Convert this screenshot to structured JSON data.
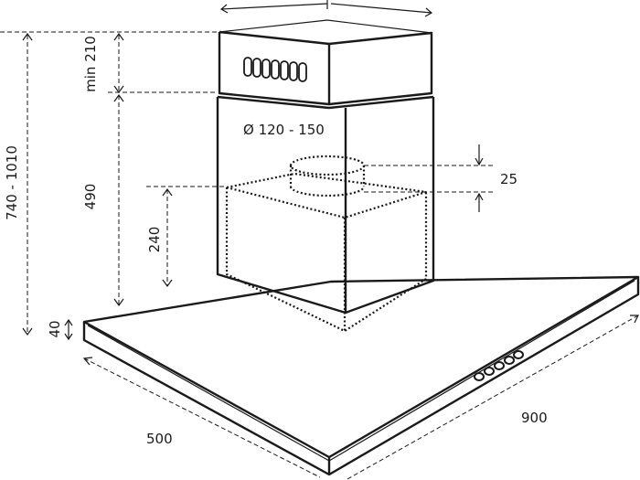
{
  "dimensions": {
    "chimney_gap": "min 210",
    "chimney_lower": "490",
    "total_height": "740 - 1010",
    "motor_height": "240",
    "canopy_thickness": "40",
    "duct_diameter": "Ø 120 - 150",
    "duct_collar": "25",
    "depth": "500",
    "width": "900"
  }
}
